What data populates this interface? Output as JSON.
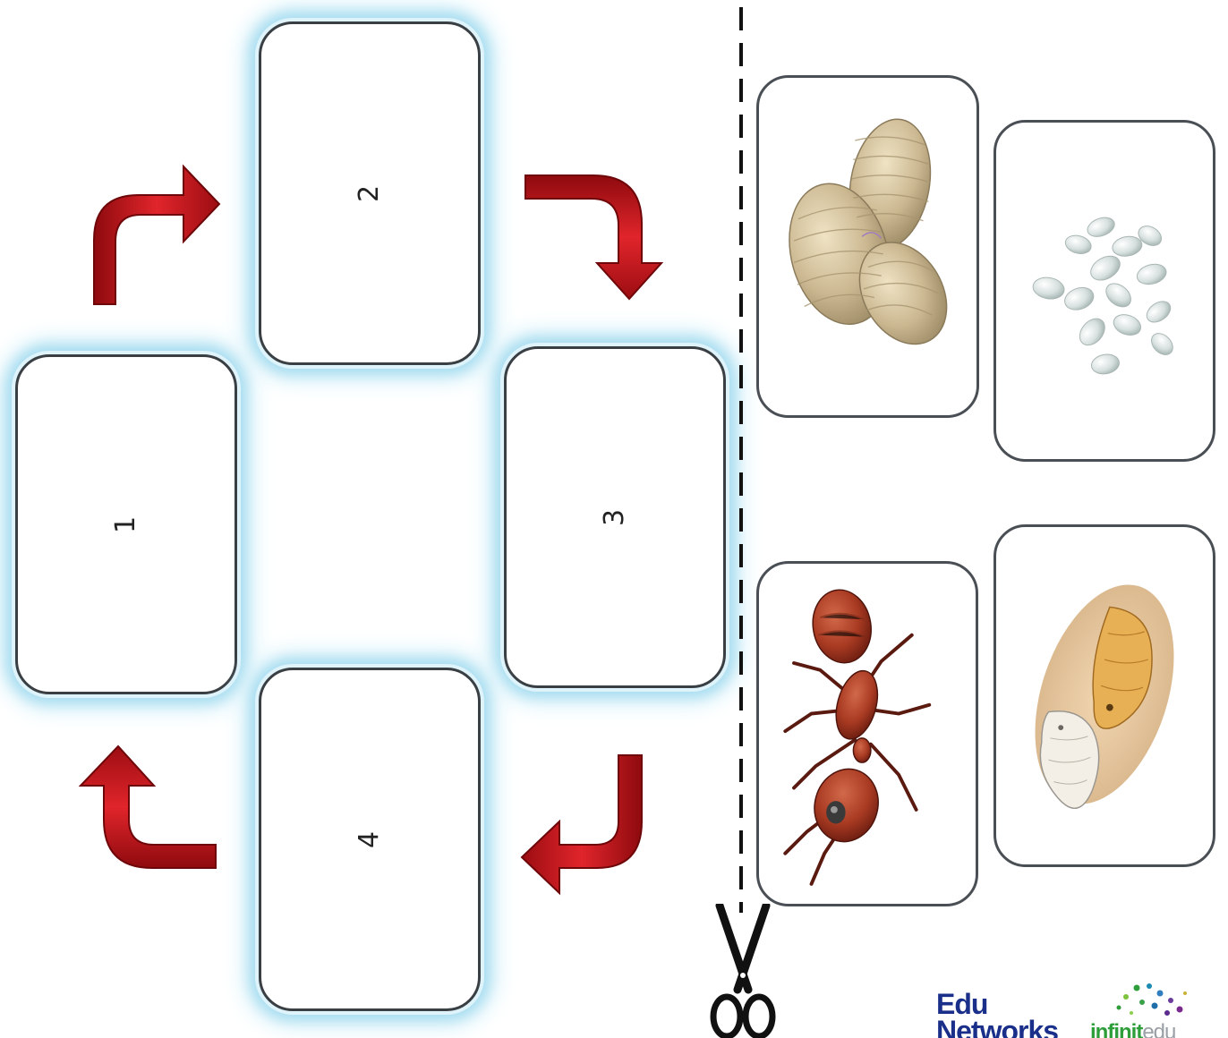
{
  "slots": [
    {
      "label": "1"
    },
    {
      "label": "2"
    },
    {
      "label": "3"
    },
    {
      "label": "4"
    }
  ],
  "cards": [
    "larva",
    "eggs",
    "adult-ant",
    "pupa"
  ],
  "colors": {
    "arrow": "#c8141a",
    "glow": "#a8ddf0",
    "border": "#3a3f44",
    "brand_edu": "#1a2f8a",
    "brand_infinit": "#2e9e3a"
  },
  "logos": {
    "edu_line1": "Edu",
    "edu_line2": "Networks",
    "infinit_bold": "infinit",
    "infinit_light": "edu"
  }
}
